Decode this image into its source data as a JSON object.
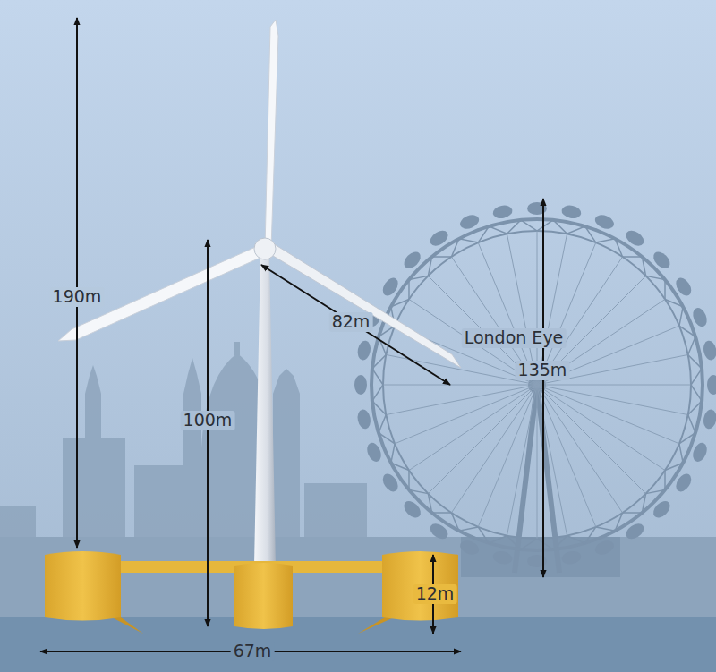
{
  "diagram": {
    "labels": [
      "190m",
      "100m",
      "82m",
      "London Eye",
      "135m",
      "12m",
      "67m"
    ]
  }
}
